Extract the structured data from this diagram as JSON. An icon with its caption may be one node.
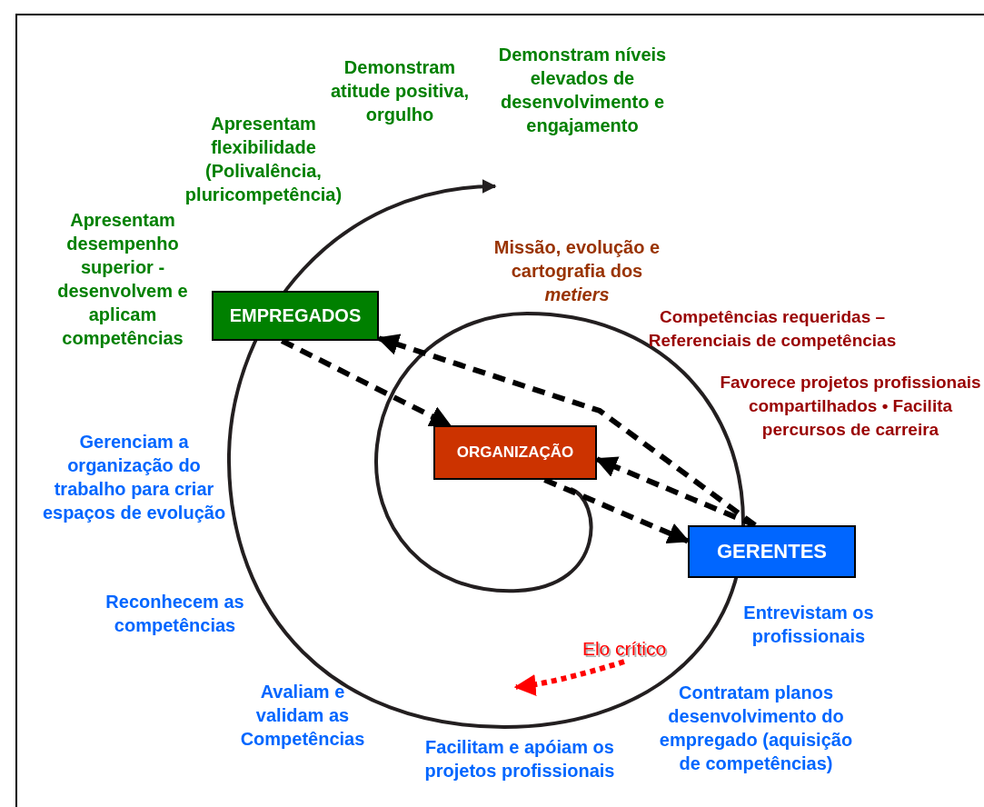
{
  "diagram": {
    "nodes": [
      {
        "text": [
          "EMPREGADOS"
        ]
      },
      {
        "text": [
          "ORGANIZAÇÃO"
        ]
      },
      {
        "text": [
          "GERENTES"
        ]
      },
      {
        "text": [
          "Elo crítico"
        ]
      }
    ],
    "edges": [
      {
        "from": 0,
        "to": 1,
        "arrow": "to",
        "style": "dashed"
      },
      {
        "from": 2,
        "to": 0,
        "arrow": "to",
        "style": "dashed"
      },
      {
        "from": 1,
        "to": 2,
        "arrow": "to",
        "style": "dashed"
      },
      {
        "from": 2,
        "to": 1,
        "arrow": "to",
        "style": "dashed"
      },
      {
        "from": 3,
        "to": null,
        "arrow": "to",
        "style": "dashed",
        "color": "#ff0000"
      }
    ],
    "labels": [
      "Demonstram níveis elevados de desenvolvimento e engajamento",
      "Demonstram atitude positiva, orgulho",
      "Apresentam flexibilidade (Polivalência, pluricompetência)",
      "Apresentam desempenho superior - desenvolvem e aplicam competências",
      "Missão, evolução e cartografia dos *metiers*",
      "Competências requeridas – Referenciais de competências",
      "Favorece projetos profissionais compartilhados • Facilita percursos de carreira",
      "Gerenciam a organização do trabalho para criar espaços de evolução",
      "Reconhecem as competências",
      "Entrevistam os profissionais",
      "Avaliam e validam as Competências",
      "Contratam planos desenvolvimento do empregado (aquisição de competências)",
      "Facilitam e apóiam os projetos profissionais"
    ]
  }
}
